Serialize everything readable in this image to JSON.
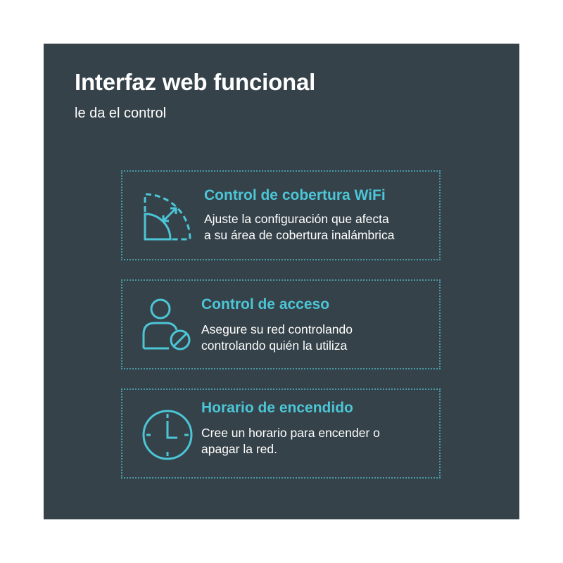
{
  "colors": {
    "background": "#ffffff",
    "panel": "#354249",
    "accent": "#4cc5d6",
    "text": "#ffffff",
    "card_border": "#4a9aa6"
  },
  "header": {
    "title": "Interfaz web funcional",
    "subtitle": "le da el control"
  },
  "features": [
    {
      "icon": "wifi-coverage-icon",
      "heading": "Control de cobertura WiFi",
      "lines": [
        "Ajuste la configuración que afecta",
        "a su área de cobertura inalámbrica"
      ]
    },
    {
      "icon": "user-blocked-icon",
      "heading": "Control de acceso",
      "lines": [
        "Asegure su red controlando",
        "controlando quién la utiliza"
      ]
    },
    {
      "icon": "clock-icon",
      "heading": "Horario de encendido",
      "lines": [
        "Cree un horario para encender o",
        "apagar la red."
      ]
    }
  ]
}
